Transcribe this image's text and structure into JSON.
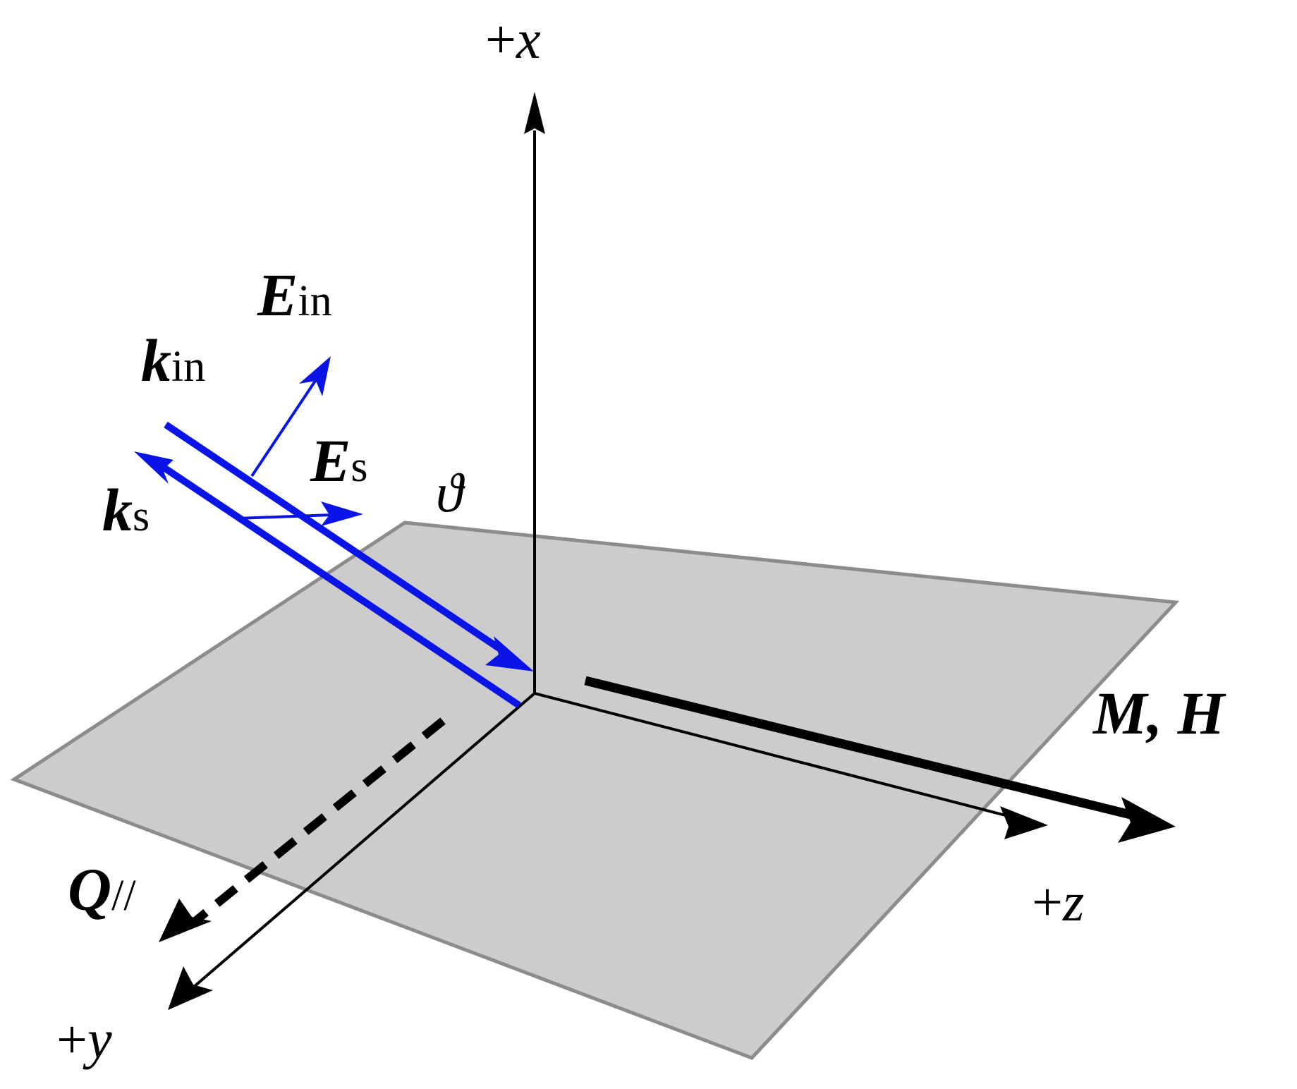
{
  "axes": {
    "x_label": "+x",
    "y_label": "+y",
    "z_label": "+z"
  },
  "vectors": {
    "k_in": {
      "main": "k",
      "sub": "in"
    },
    "k_s": {
      "main": "k",
      "sub": "s"
    },
    "E_in": {
      "main": "E",
      "sub": "in"
    },
    "E_s": {
      "main": "E",
      "sub": "s"
    },
    "Q": {
      "main": "Q",
      "sub": "//"
    },
    "MH": "M, H"
  },
  "angle": {
    "label": "ϑ"
  },
  "colors": {
    "beam": "#0a14e6",
    "plane_fill": "#cccccc",
    "plane_edge": "#8c8c8c",
    "axis": "#000000"
  },
  "icons": {
    "arrowhead": "arrowhead-icon"
  }
}
